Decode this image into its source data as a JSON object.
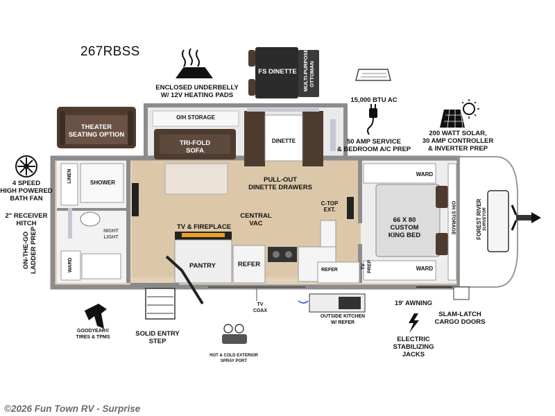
{
  "model": "267RBSS",
  "watermark": "©2026 Fun Town RV - Surprise",
  "callouts": {
    "underbelly": "ENCLOSED UNDERBELLY\nW/ 12V HEATING PADS",
    "theater": "THEATER\nSEATING OPTION",
    "fs_dinette": "FS DINETTE",
    "ottoman": "MULTI-PURPOSE\nOTTOMAN",
    "ac": "15,000 BTU AC",
    "amp_service": "50 AMP SERVICE\n& BEDROOM A/C PREP",
    "solar": "200 WATT SOLAR,\n30 AMP CONTROLLER\n& INVERTER PREP",
    "bath_fan": "4 SPEED\nHIGH POWERED\nBATH FAN",
    "receiver_hitch": "2\" RECEIVER\nHITCH",
    "ladder_prep": "ON-THE-GO\nLADDER PREP",
    "tires": "GOODYEAR®\nTIRES & TPMS",
    "entry_step": "SOLID ENTRY\nSTEP",
    "spray_port": "HOT & COLD EXTERIOR\nSPRAY PORT",
    "tv_coax": "TV\nCOAX",
    "outside_kitchen": "OUTSIDE KITCHEN\nW/ REFER",
    "awning": "19' AWNING",
    "stabilizing": "ELECTRIC\nSTABILIZING\nJACKS",
    "cargo_doors": "SLAM-LATCH\nCARGO DOORS"
  },
  "rooms": {
    "oh_storage_top": "O/H STORAGE",
    "sofa": "TRI-FOLD\nSOFA",
    "dinette": "DINETTE",
    "pullout": "PULL-OUT\nDINETTE DRAWERS",
    "central_vac": "CENTRAL\nVAC",
    "ctop": "C-TOP\nEXT.",
    "tv_fireplace": "TV & FIREPLACE",
    "pantry": "PANTRY",
    "refer_inside": "REFER",
    "refer_outside": "REFER",
    "linen": "LINEN",
    "shower": "SHOWER",
    "night_light": "NIGHT\nLIGHT",
    "ward_bath": "WARD",
    "ward_top": "WARD",
    "ward_bottom": "WARD",
    "bed": "66 X 80\nCUSTOM\nKING BED",
    "oh_storage_side": "O/H STORAGE",
    "tv_prep": "TV\nPREP",
    "brand": "FOREST RIVER",
    "sub_brand": "SURVEYOR"
  },
  "colors": {
    "wall": "#8c8c8c",
    "floor": "#e3d2ba",
    "wood": "#4e3b30",
    "cushion": "#d9cfc4",
    "dark": "#222222",
    "window": "#c4c8d2"
  }
}
